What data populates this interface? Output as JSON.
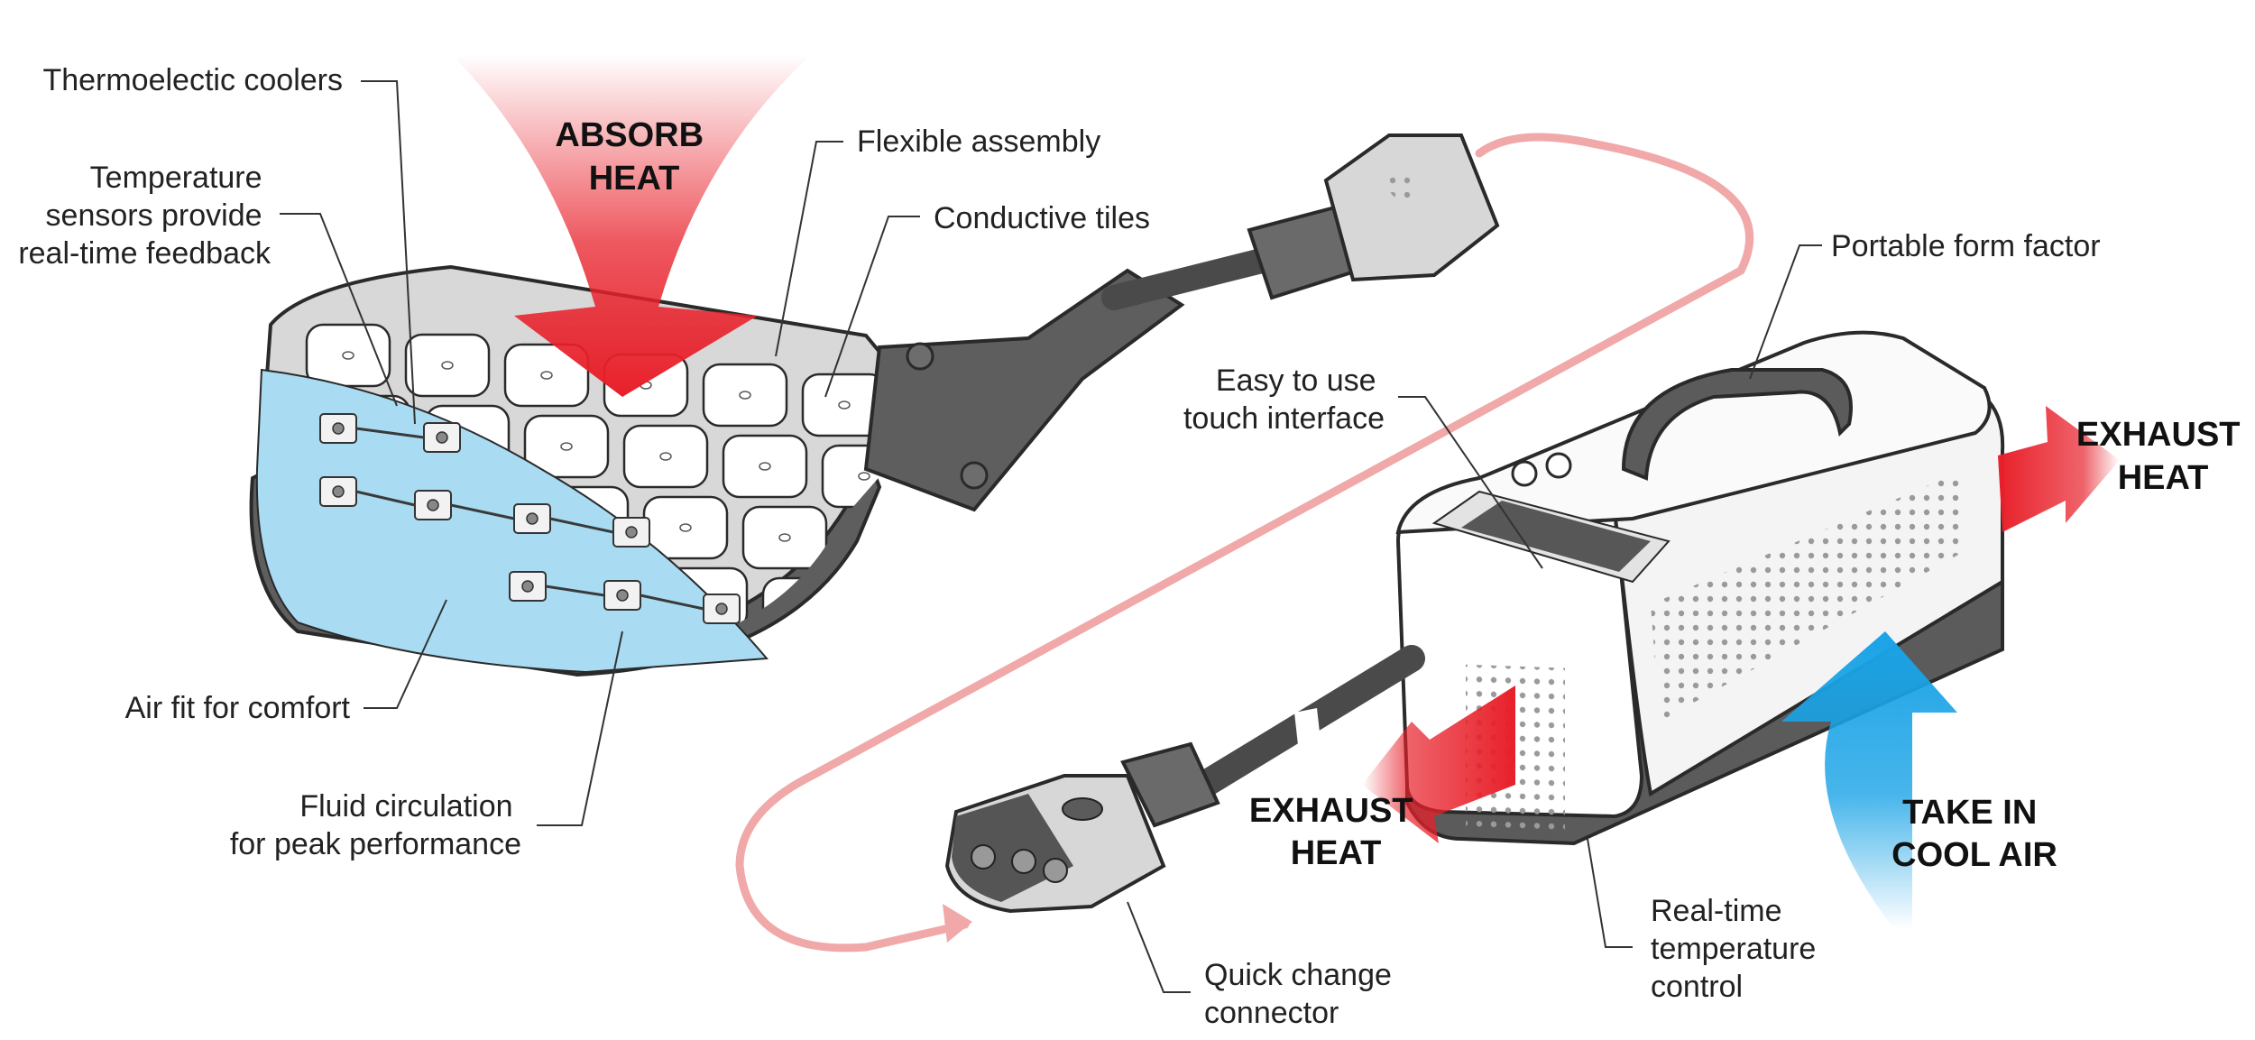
{
  "labels": {
    "thermoelectric_coolers": "Thermoelectic coolers",
    "temperature_sensors": [
      "Temperature",
      "sensors provide",
      "real-time feedback"
    ],
    "flexible_assembly": "Flexible assembly",
    "conductive_tiles": "Conductive tiles",
    "air_fit": "Air fit for comfort",
    "fluid_circulation": [
      "Fluid circulation",
      "for peak performance"
    ],
    "easy_touch": [
      "Easy to use",
      "touch interface"
    ],
    "portable": "Portable form factor",
    "quick_connector": [
      "Quick change",
      "connector"
    ],
    "realtime_control": [
      "Real-time",
      "temperature",
      "control"
    ]
  },
  "arrows": {
    "absorb_heat": [
      "ABSORB",
      "HEAT"
    ],
    "exhaust_heat_right": [
      "EXHAUST",
      "HEAT"
    ],
    "exhaust_heat_front": [
      "EXHAUST",
      "HEAT"
    ],
    "take_in_cool_air": [
      "TAKE IN",
      "COOL AIR"
    ]
  },
  "colors": {
    "heat": "#e8202a",
    "cool": "#1aa3e6",
    "flow_path": "#f0a8a8",
    "fluid": "#a9dcf2",
    "device_dark": "#5b5b5b",
    "device_light": "#d7d7d7",
    "tile": "#ffffff"
  }
}
